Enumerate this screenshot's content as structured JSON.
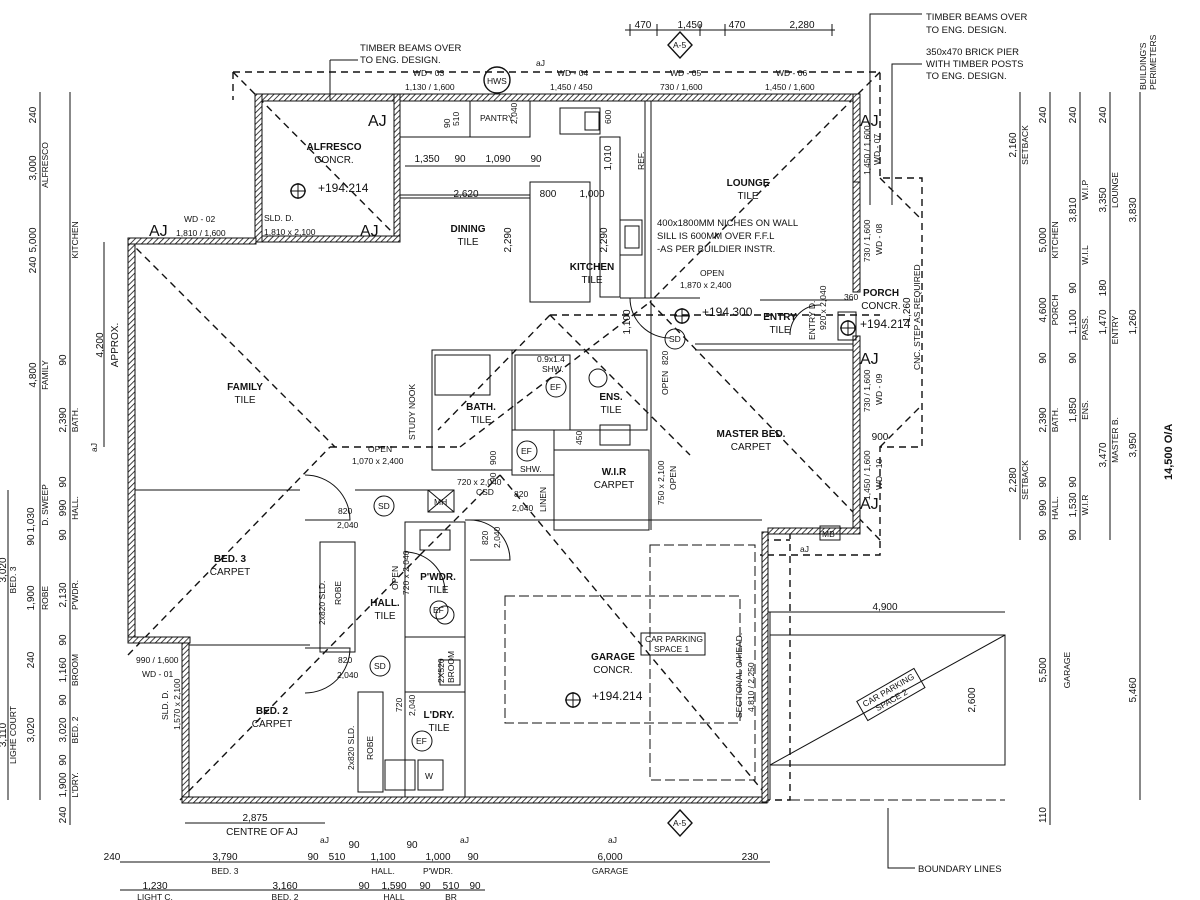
{
  "notes": {
    "timber_beams_left": [
      "TIMBER BEAMS OVER",
      "TO ENG. DESIGN."
    ],
    "timber_beams_right": [
      "TIMBER BEAMS OVER",
      "TO ENG. DESIGN."
    ],
    "brick_pier": [
      "350x470 BRICK PIER",
      "WITH TIMBER POSTS",
      "TO ENG. DESIGN."
    ],
    "niches": [
      "400x1800MM NICHES ON WALL",
      "SILL IS 600MM OVER F.F.L",
      "-AS PER BUILDIER INSTR."
    ],
    "boundary_lines": "BOUNDARY LINES",
    "centre_of_aj": "CENTRE OF AJ",
    "cnc_step": "CNC. STEP AS REQUIRED",
    "building_perimeters": [
      "BUILDING'S",
      "PERIMETERS"
    ],
    "study_nook": "STUDY NOOK",
    "approx": "APPROX.",
    "overall": "14,500 O/A"
  },
  "rooms": {
    "alfresco": {
      "name": "ALFRESCO",
      "finish": "CONCR."
    },
    "dining": {
      "name": "DINING",
      "finish": "TILE"
    },
    "kitchen": {
      "name": "KITCHEN",
      "finish": "TILE"
    },
    "lounge": {
      "name": "LOUNGE",
      "finish": "TILE"
    },
    "pantry": {
      "name": "PANTRY"
    },
    "family": {
      "name": "FAMILY",
      "finish": "TILE"
    },
    "bath": {
      "name": "BATH.",
      "finish": "TILE"
    },
    "ens": {
      "name": "ENS.",
      "finish": "TILE"
    },
    "wir": {
      "name": "W.I.R",
      "finish": "CARPET"
    },
    "master": {
      "name": "MASTER BED.",
      "finish": "CARPET"
    },
    "porch": {
      "name": "PORCH",
      "finish": "CONCR."
    },
    "entry": {
      "name": "ENTRY",
      "finish": "TILE"
    },
    "bed3": {
      "name": "BED. 3",
      "finish": "CARPET"
    },
    "hall": {
      "name": "HALL.",
      "finish": "TILE"
    },
    "pwdr": {
      "name": "P'WDR.",
      "finish": "TILE"
    },
    "garage": {
      "name": "GARAGE",
      "finish": "CONCR."
    },
    "bed2": {
      "name": "BED. 2",
      "finish": "CARPET"
    },
    "ldry": {
      "name": "L'DRY.",
      "finish": "TILE"
    }
  },
  "windows": {
    "wd03": [
      "WD - 03",
      "1,130 / 1,600"
    ],
    "wd04": [
      "WD - 04",
      "1,450 / 450"
    ],
    "wd05": [
      "WD - 05",
      "730 / 1,600"
    ],
    "wd06": [
      "WD - 06",
      "1,450 / 1,600"
    ],
    "wd02": [
      "WD - 02",
      "1,810 / 1,600"
    ],
    "wd01": [
      "990 / 1,600",
      "WD - 01"
    ],
    "wd07": [
      "1,450 / 1,600",
      "WD - 07"
    ],
    "wd08": [
      "730 / 1,600",
      "WD - 08"
    ],
    "wd09": [
      "730 / 1,600",
      "WD - 09"
    ],
    "wd10": [
      "1,450 / 1,600",
      "WD - 10"
    ]
  },
  "levels": {
    "alfresco": "+194.214",
    "entry": "+194.300",
    "porch": "+194.214",
    "garage": "+194.214"
  },
  "labels": {
    "aj": "AJ",
    "aj_small": "aJ",
    "hws": "HWS",
    "ref": "REF.",
    "mb": "MB",
    "sd": "SD",
    "ef": "EF",
    "mh": "MH",
    "shw": "SHW.",
    "linen": "LINEN",
    "robe": "ROBE",
    "broom": "BROOM",
    "w": "W",
    "csd": "CSD",
    "a5": "A-5",
    "sld_alfresco": [
      "SLD. D.",
      "1,810 x 2,100"
    ],
    "sld_bed2": [
      "SLD. D.",
      "1,570 x 2,100"
    ],
    "open_kitchen": [
      "OPEN",
      "1,870 x 2,400"
    ],
    "open_family": [
      "OPEN",
      "1,070 x 2,400"
    ],
    "open_wir": [
      "750 x 2,100",
      "OPEN"
    ],
    "open_ens": [
      "820",
      "OPEN"
    ],
    "open_hall": [
      "OPEN",
      "720 x 2,040"
    ],
    "door_820": [
      "820",
      "2,040"
    ],
    "door_720": [
      "720",
      "2,040"
    ],
    "door_bath": [
      "720 x 2,040",
      "CSD"
    ],
    "shower_ens": [
      "0.9x1.4",
      "SHW."
    ],
    "robe_sld": "2x820 SLD.",
    "broom_sld": "2X520",
    "garage_door": [
      "SECTIONAL O/HEAD.",
      "4,810 / 2,250"
    ],
    "car1": [
      "CAR PARKING",
      "SPACE 1"
    ],
    "car2": [
      "CAR PARKING",
      "SPACE 2"
    ],
    "entry_door": [
      "ENTRY D.",
      "920 x 2,040"
    ]
  },
  "dims": {
    "top": [
      "470",
      "1,450",
      "470",
      "2,280"
    ],
    "pantry_510": "510",
    "pantry_90": "90",
    "pantry_2040": "2,040",
    "pantry_600": "600",
    "d1350": "1,350",
    "d90a": "90",
    "d1090": "1,090",
    "d90b": "90",
    "d2620": "2,620",
    "d800": "800",
    "d1000": "1,000",
    "d1010": "1,010",
    "d2290a": "2,290",
    "d2290b": "2,290",
    "d1100": "1,100",
    "d360": "360",
    "d1260": "1,260",
    "d4200": "4,200",
    "d900": "900",
    "d4900": "4,900",
    "d2600": "2,600",
    "d2875": "2,875",
    "bath_900": "900",
    "bath_90": "90",
    "d450": "450",
    "bottom1": [
      "240",
      "3,790",
      "90",
      "510",
      "90",
      "1,100",
      "90",
      "1,000",
      "90",
      "6,000",
      "230"
    ],
    "bottom1_names": [
      "BED. 3",
      "HALL.",
      "P'WDR.",
      "GARAGE"
    ],
    "bottom2": [
      "1,230",
      "3,160",
      "90",
      "1,590",
      "90",
      "510",
      "90"
    ],
    "bottom2_names": [
      "LIGHT C.",
      "BED. 2",
      "HALL",
      "BR"
    ],
    "left1": [
      "240",
      "5,000",
      "240",
      "4,800",
      "90",
      "2,390",
      "90",
      "990",
      "90",
      "2,130",
      "90",
      "1,160",
      "90",
      "3,020",
      "90",
      "1,900",
      "240"
    ],
    "left1_names": [
      "ALFRESCO",
      "KITCHEN",
      "FAMILY",
      "BATH.",
      "HALL.",
      "P'WDR.",
      "BROOM",
      "BED. 2",
      "L'DRY."
    ],
    "left1_top": "3,000",
    "left2": [
      "1,030",
      "90",
      "1,900",
      "240",
      "3,020"
    ],
    "left2_names": [
      "D. SWEEP",
      "ROBE",
      "BED. 3",
      "LIGHE COURT"
    ],
    "left2_extra": [
      "3,020",
      "3,110"
    ],
    "right1": [
      "240",
      "2,160",
      "5,000",
      "4,600",
      "90",
      "2,390",
      "90",
      "990",
      "90",
      "5,500",
      "110"
    ],
    "right1_names": [
      "SETBACK",
      "KITCHEN",
      "PORCH",
      "BATH.",
      "HALL.",
      "GARAGE"
    ],
    "right1_extra": [
      "2,280",
      "SETBACK"
    ],
    "right2": [
      "240",
      "3,810",
      "90",
      "1,100",
      "90",
      "1,850",
      "90",
      "1,530",
      "90"
    ],
    "right2_names": [
      "W.I.P",
      "W.I.L",
      "PASS.",
      "ENS.",
      "W.I.R"
    ],
    "right3": [
      "240",
      "3,350",
      "180",
      "1,470",
      "3,470"
    ],
    "right3_names": [
      "LOUNGE",
      "ENTRY",
      "MASTER B."
    ],
    "right4": [
      "3,830",
      "1,260",
      "3,950",
      "5,460"
    ]
  }
}
